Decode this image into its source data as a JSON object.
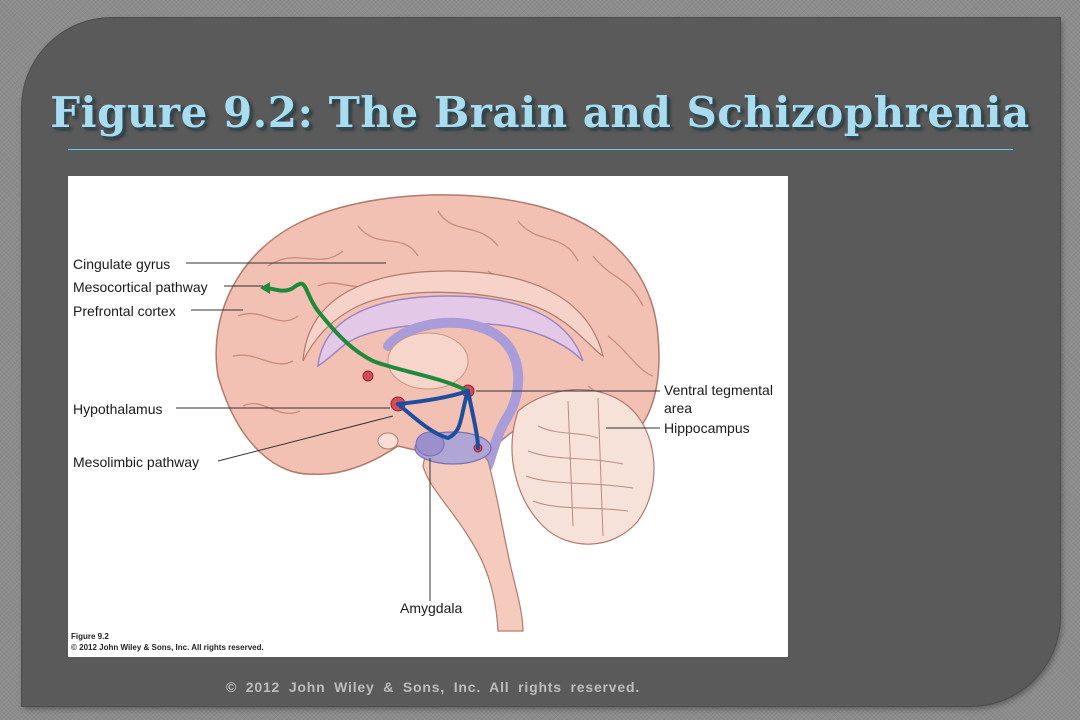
{
  "slide": {
    "title": "Figure 9.2: The Brain and Schizophrenia",
    "footer": "© 2012 John Wiley & Sons, Inc. All rights reserved."
  },
  "figure": {
    "caption_number": "Figure 9.2",
    "caption_copyright": "© 2012 John Wiley & Sons, Inc. All rights reserved.",
    "labels": {
      "cingulate_gyrus": "Cingulate gyrus",
      "mesocortical_pathway": "Mesocortical pathway",
      "prefrontal_cortex": "Prefrontal cortex",
      "hypothalamus": "Hypothalamus",
      "mesolimbic_pathway": "Mesolimbic pathway",
      "ventral_tegmental_line1": "Ventral tegmental",
      "ventral_tegmental_line2": "area",
      "hippocampus": "Hippocampus",
      "amygdala": "Amygdala"
    },
    "colors": {
      "brain": "#f2c1b3",
      "mesocortical_pathway": "#1f8a3c",
      "mesolimbic_pathway": "#1f4e9e",
      "nuclei": "#d64a5a",
      "limbic_structures": "#b0a6d6"
    }
  }
}
